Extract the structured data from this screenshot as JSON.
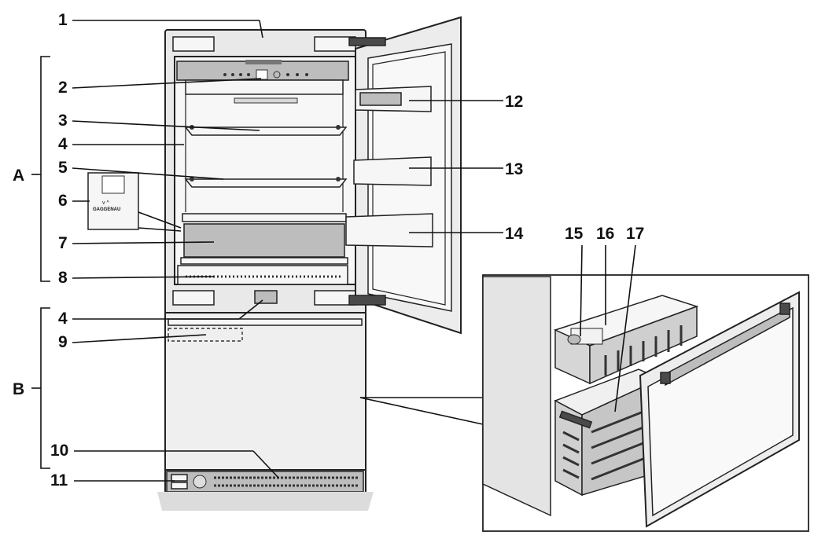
{
  "callouts": {
    "n1": "1",
    "n2": "2",
    "n3": "3",
    "n4a": "4",
    "n5": "5",
    "n6": "6",
    "n7": "7",
    "n8": "8",
    "n4b": "4",
    "n9": "9",
    "n10": "10",
    "n11": "11",
    "n12": "12",
    "n13": "13",
    "n14": "14",
    "n15": "15",
    "n16": "16",
    "n17": "17"
  },
  "sections": {
    "a": "A",
    "b": "B"
  },
  "control_panel_brand": "GAGGENAU"
}
